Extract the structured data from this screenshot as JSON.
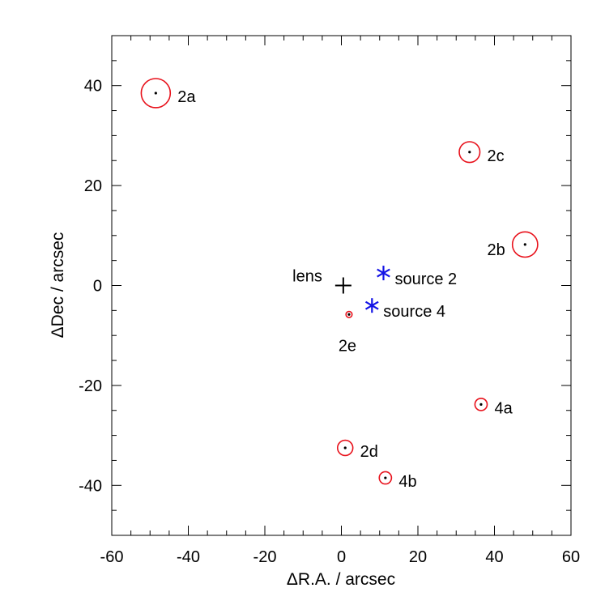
{
  "chart_data": {
    "type": "scatter",
    "xlabel": "ΔR.A. / arcsec",
    "ylabel": "ΔDec / arcsec",
    "xlim": [
      -60,
      60
    ],
    "ylim": [
      -50,
      50
    ],
    "xticks": [
      -60,
      -40,
      -20,
      0,
      20,
      40,
      60
    ],
    "yticks": [
      -40,
      -20,
      0,
      20,
      40
    ],
    "grid": false,
    "colors": {
      "images": "#e8111b",
      "sources": "#1414e6",
      "lens": "#000000"
    },
    "lens": {
      "label": "lens",
      "x": 0.5,
      "y": 0
    },
    "sources": [
      {
        "label": "source 2",
        "x": 11,
        "y": 2.5
      },
      {
        "label": "source 4",
        "x": 8,
        "y": -4
      }
    ],
    "images": [
      {
        "label": "2a",
        "x": -48.5,
        "y": 38.5,
        "error": 3.8
      },
      {
        "label": "2b",
        "x": 48,
        "y": 8.2,
        "error": 3.3
      },
      {
        "label": "2c",
        "x": 33.5,
        "y": 26.7,
        "error": 2.7
      },
      {
        "label": "2d",
        "x": 1,
        "y": -32.5,
        "error": 2.0
      },
      {
        "label": "2e",
        "x": 2,
        "y": -5.8,
        "error": 0.8
      },
      {
        "label": "4a",
        "x": 36.5,
        "y": -23.8,
        "error": 1.6
      },
      {
        "label": "4b",
        "x": 11.5,
        "y": -38.5,
        "error": 1.6
      }
    ]
  }
}
